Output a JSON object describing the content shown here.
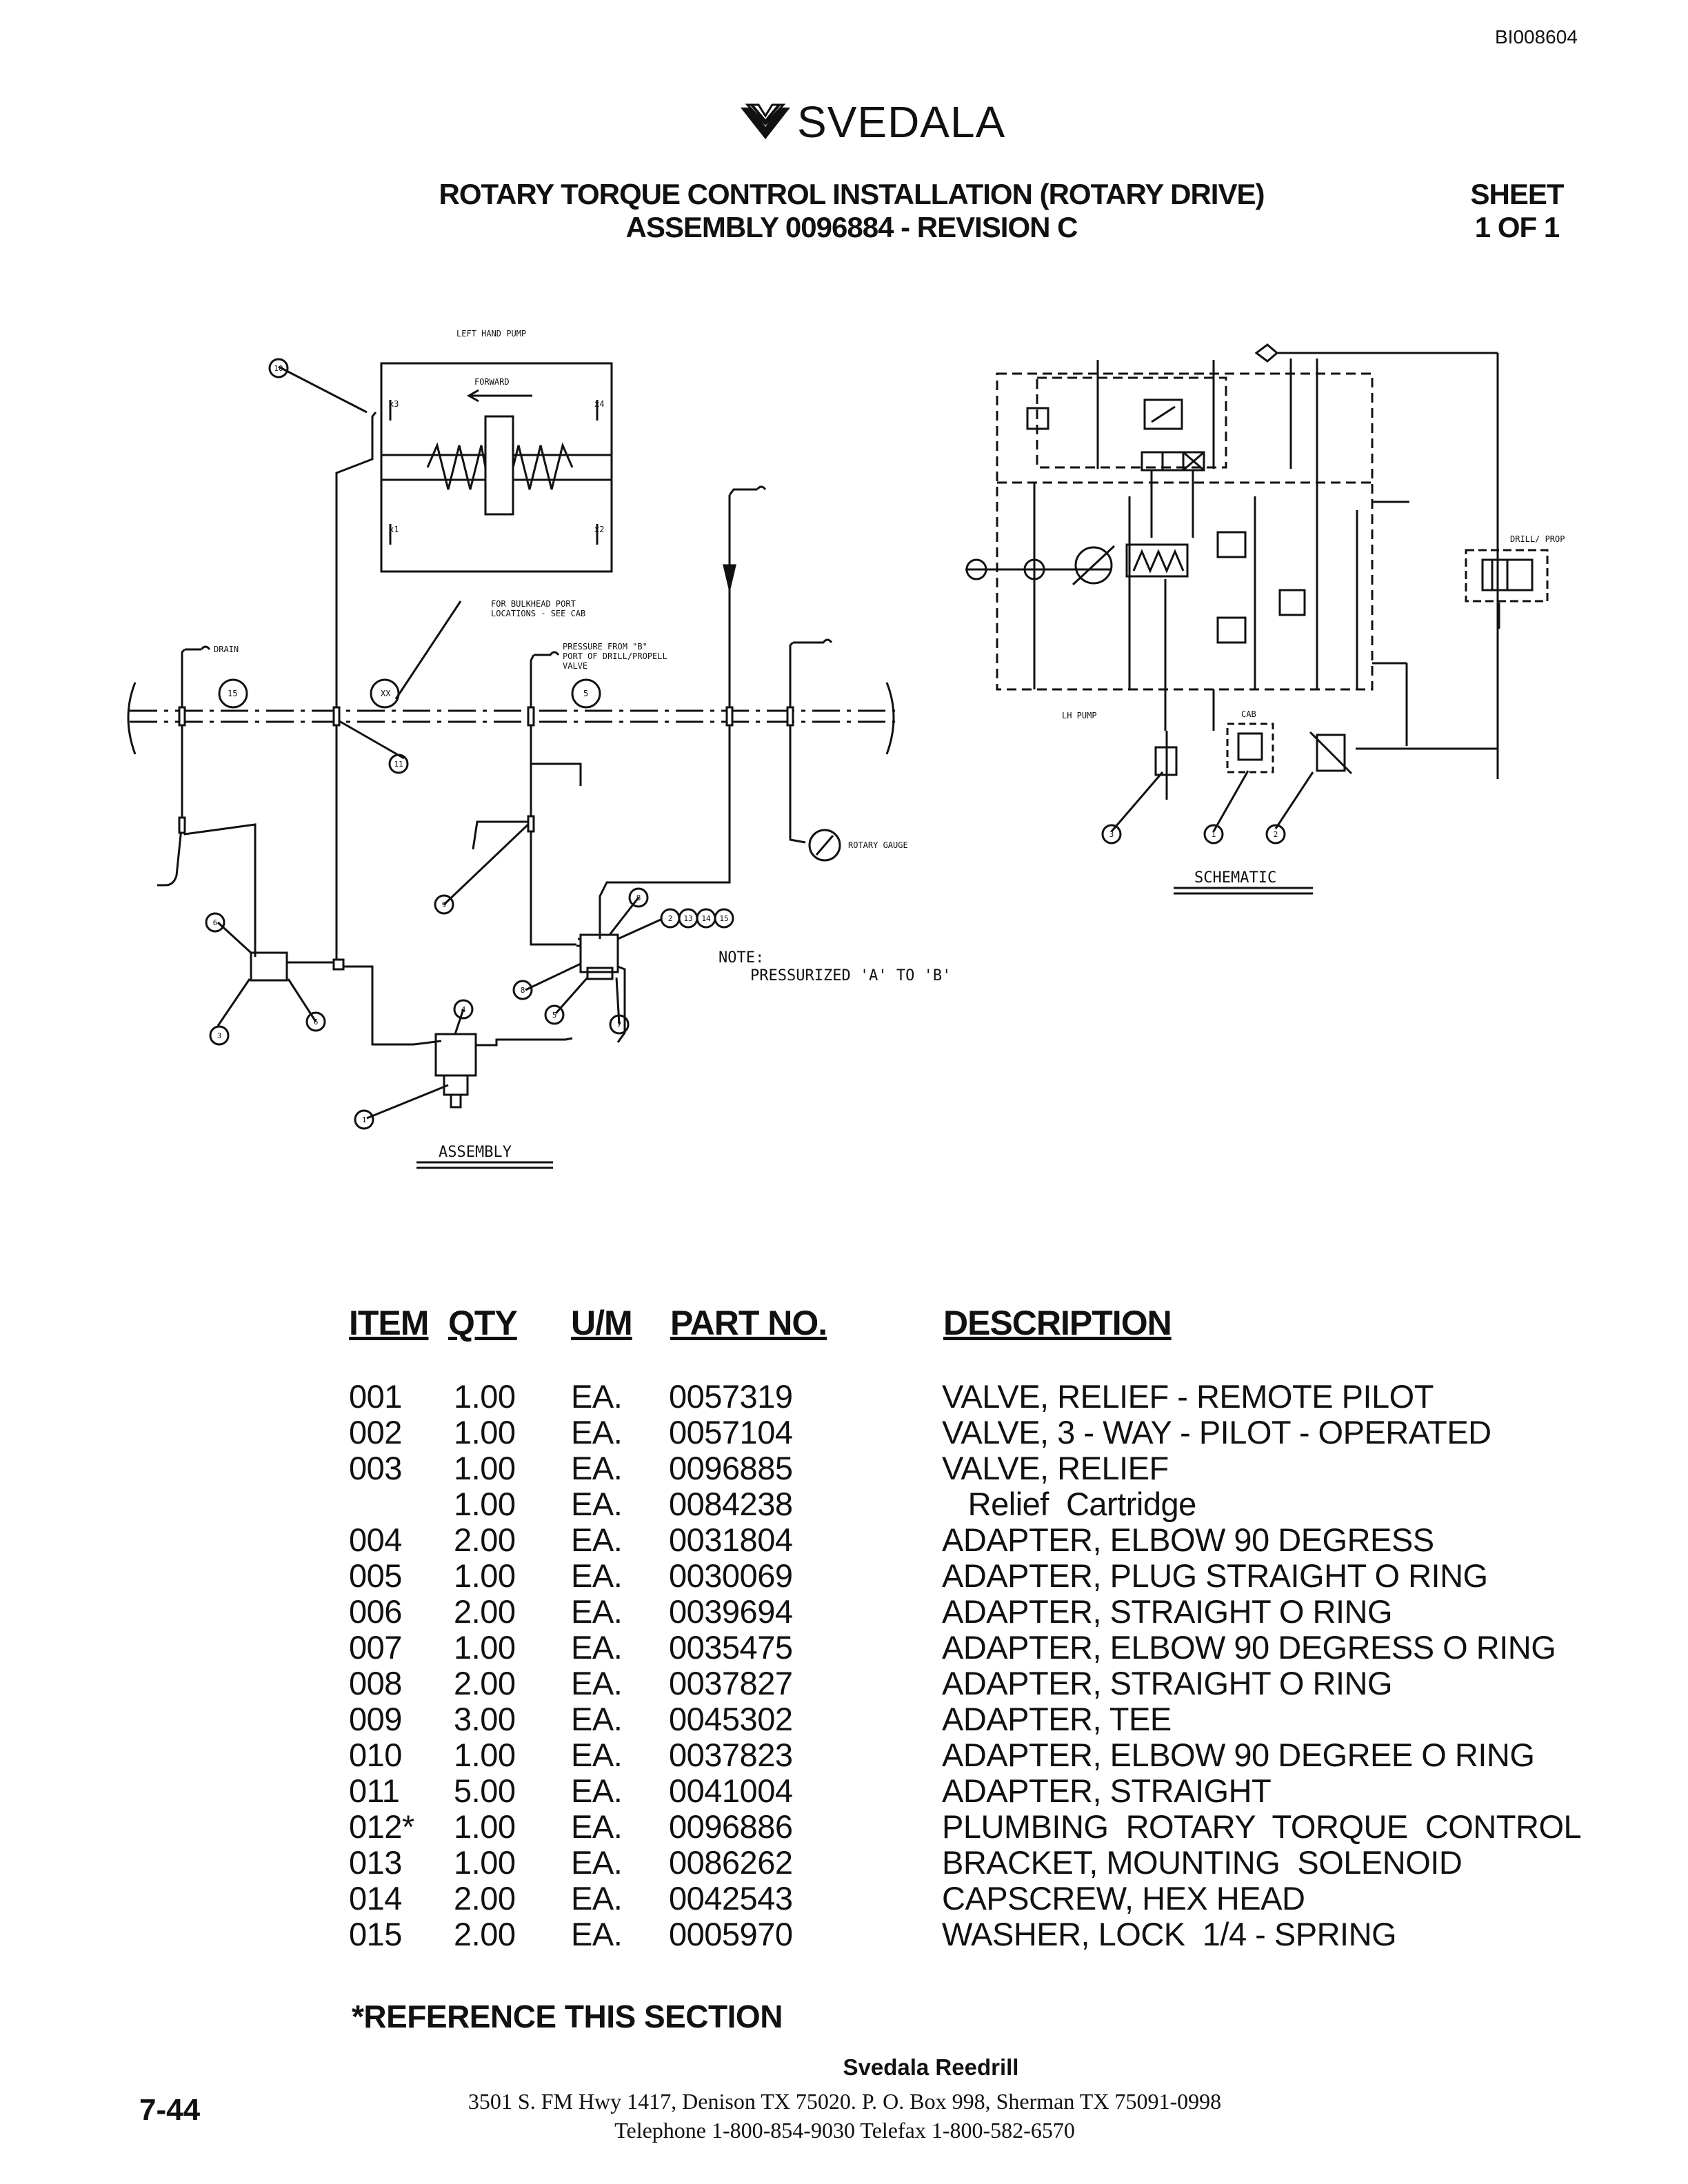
{
  "document_id": "BI008604",
  "brand": "SVEDALA",
  "title_line1": "ROTARY TORQUE CONTROL INSTALLATION (ROTARY DRIVE)",
  "title_line2": "ASSEMBLY 0096884 - REVISION C",
  "sheet_label": "SHEET",
  "sheet_value": "1 OF 1",
  "drawing": {
    "assembly_label": "ASSEMBLY",
    "schematic_label": "SCHEMATIC",
    "note_title": "NOTE:",
    "note_text": "PRESSURIZED 'A' TO 'B'",
    "left_hand_pump": "LEFT HAND PUMP",
    "forward": "FORWARD",
    "bulkhead_note_1": "FOR BULKHEAD PORT",
    "bulkhead_note_2": "LOCATIONS - SEE CAB",
    "pressure_note_1": "PRESSURE FROM \"B\"",
    "pressure_note_2": "PORT OF DRILL/PROPELL",
    "pressure_note_3": "VALVE",
    "drain": "DRAIN",
    "rotary_gauge": "ROTARY GAUGE",
    "lh_pump": "LH PUMP",
    "cab": "CAB",
    "drill_prop": "DRILL/ PROP",
    "port_x3": "x3",
    "port_x4": "x4",
    "port_x1": "x1",
    "port_x2": "x2",
    "section_15": "15",
    "section_xx": "XX",
    "section_5": "5",
    "callouts": [
      "10",
      "11",
      "6",
      "3",
      "6",
      "1",
      "4",
      "9",
      "8",
      "2",
      "13",
      "14",
      "15",
      "8",
      "5",
      "7",
      "3",
      "1",
      "2"
    ]
  },
  "columns": {
    "item": "ITEM",
    "qty": "QTY",
    "um": "U/M",
    "part_no": "PART NO.",
    "description": "DESCRIPTION"
  },
  "parts": [
    {
      "item": "001",
      "qty": "1.00",
      "um": "EA.",
      "part_no": "0057319",
      "description": "VALVE, RELIEF - REMOTE PILOT"
    },
    {
      "item": "002",
      "qty": "1.00",
      "um": "EA.",
      "part_no": "0057104",
      "description": "VALVE, 3 - WAY - PILOT - OPERATED"
    },
    {
      "item": "003",
      "qty": "1.00",
      "um": "EA.",
      "part_no": "0096885",
      "description": "VALVE, RELIEF"
    },
    {
      "item": "",
      "qty": "1.00",
      "um": "EA.",
      "part_no": "0084238",
      "description": "   Relief  Cartridge"
    },
    {
      "item": "004",
      "qty": "2.00",
      "um": "EA.",
      "part_no": "0031804",
      "description": "ADAPTER, ELBOW 90 DEGRESS"
    },
    {
      "item": "005",
      "qty": "1.00",
      "um": "EA.",
      "part_no": "0030069",
      "description": "ADAPTER, PLUG STRAIGHT O RING"
    },
    {
      "item": "006",
      "qty": "2.00",
      "um": "EA.",
      "part_no": "0039694",
      "description": "ADAPTER, STRAIGHT O RING"
    },
    {
      "item": "007",
      "qty": "1.00",
      "um": "EA.",
      "part_no": "0035475",
      "description": "ADAPTER, ELBOW 90 DEGRESS O RING"
    },
    {
      "item": "008",
      "qty": "2.00",
      "um": "EA.",
      "part_no": "0037827",
      "description": "ADAPTER, STRAIGHT O RING"
    },
    {
      "item": "009",
      "qty": "3.00",
      "um": "EA.",
      "part_no": "0045302",
      "description": "ADAPTER, TEE"
    },
    {
      "item": "010",
      "qty": "1.00",
      "um": "EA.",
      "part_no": "0037823",
      "description": "ADAPTER, ELBOW 90 DEGREE O RING"
    },
    {
      "item": "011",
      "qty": "5.00",
      "um": "EA.",
      "part_no": "0041004",
      "description": "ADAPTER, STRAIGHT"
    },
    {
      "item": "012*",
      "qty": "1.00",
      "um": "EA.",
      "part_no": "0096886",
      "description": "PLUMBING  ROTARY  TORQUE  CONTROL"
    },
    {
      "item": "013",
      "qty": "1.00",
      "um": "EA.",
      "part_no": "0086262",
      "description": "BRACKET, MOUNTING  SOLENOID"
    },
    {
      "item": "014",
      "qty": "2.00",
      "um": "EA.",
      "part_no": "0042543",
      "description": "CAPSCREW, HEX HEAD"
    },
    {
      "item": "015",
      "qty": "2.00",
      "um": "EA.",
      "part_no": "0005970",
      "description": "WASHER, LOCK  1/4 - SPRING"
    }
  ],
  "reference_note": "*REFERENCE THIS SECTION",
  "footer": {
    "company": "Svedala Reedrill",
    "address": "3501 S. FM Hwy 1417, Denison TX  75020.   P. O. Box 998, Sherman TX  75091-0998",
    "telephone": "Telephone 1-800-854-9030 Telefax 1-800-582-6570"
  },
  "page_number": "7-44"
}
